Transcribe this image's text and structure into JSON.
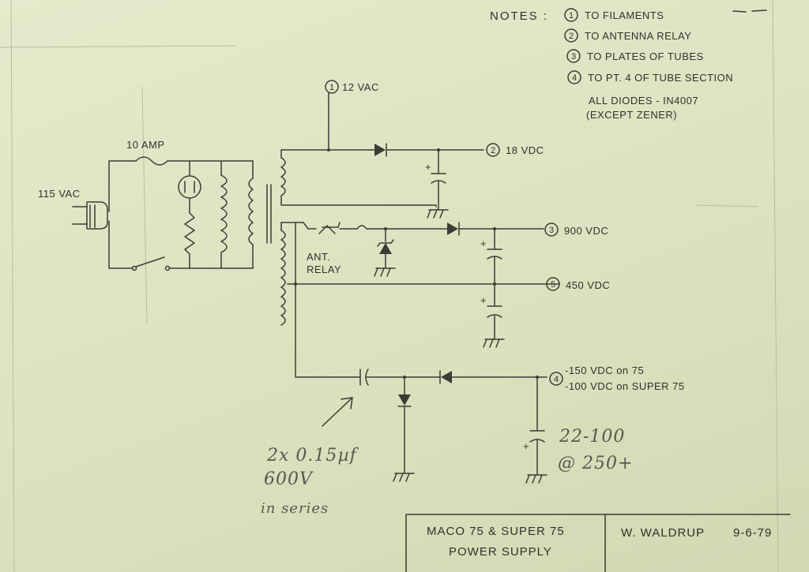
{
  "notes": {
    "heading": "NOTES :",
    "items": [
      {
        "num": "1",
        "text": "TO FILAMENTS"
      },
      {
        "num": "2",
        "text": "TO ANTENNA RELAY"
      },
      {
        "num": "3",
        "text": "TO PLATES OF TUBES"
      },
      {
        "num": "4",
        "text": "TO PT. 4 OF TUBE SECTION"
      }
    ],
    "diodes_line1": "ALL DIODES - IN4007",
    "diodes_line2": "(EXCEPT ZENER)"
  },
  "labels": {
    "input": "115 VAC",
    "fuse": "10 AMP",
    "relay_line1": "ANT.",
    "relay_line2": "RELAY"
  },
  "outputs": {
    "ac12": {
      "num": "1",
      "text": "12 VAC"
    },
    "dc18": {
      "num": "2",
      "text": "18 VDC"
    },
    "dc900": {
      "num": "3",
      "text": "900 VDC"
    },
    "dc450": {
      "num": "5",
      "text": "450 VDC"
    },
    "bias": {
      "num": "4",
      "line1": "-150 VDC on 75",
      "line2": "-100 VDC on SUPER 75"
    }
  },
  "handwriting": {
    "caps_line1": "2x 0.15µf",
    "caps_line2": "600V",
    "caps_line3": "in series",
    "bias_cap_line1": "22-100",
    "bias_cap_line2": "@ 250+"
  },
  "title_block": {
    "title_line1": "MACO 75 & SUPER 75",
    "title_line2": "POWER SUPPLY",
    "author": "W. WALDRUP",
    "date": "9-6-79"
  }
}
